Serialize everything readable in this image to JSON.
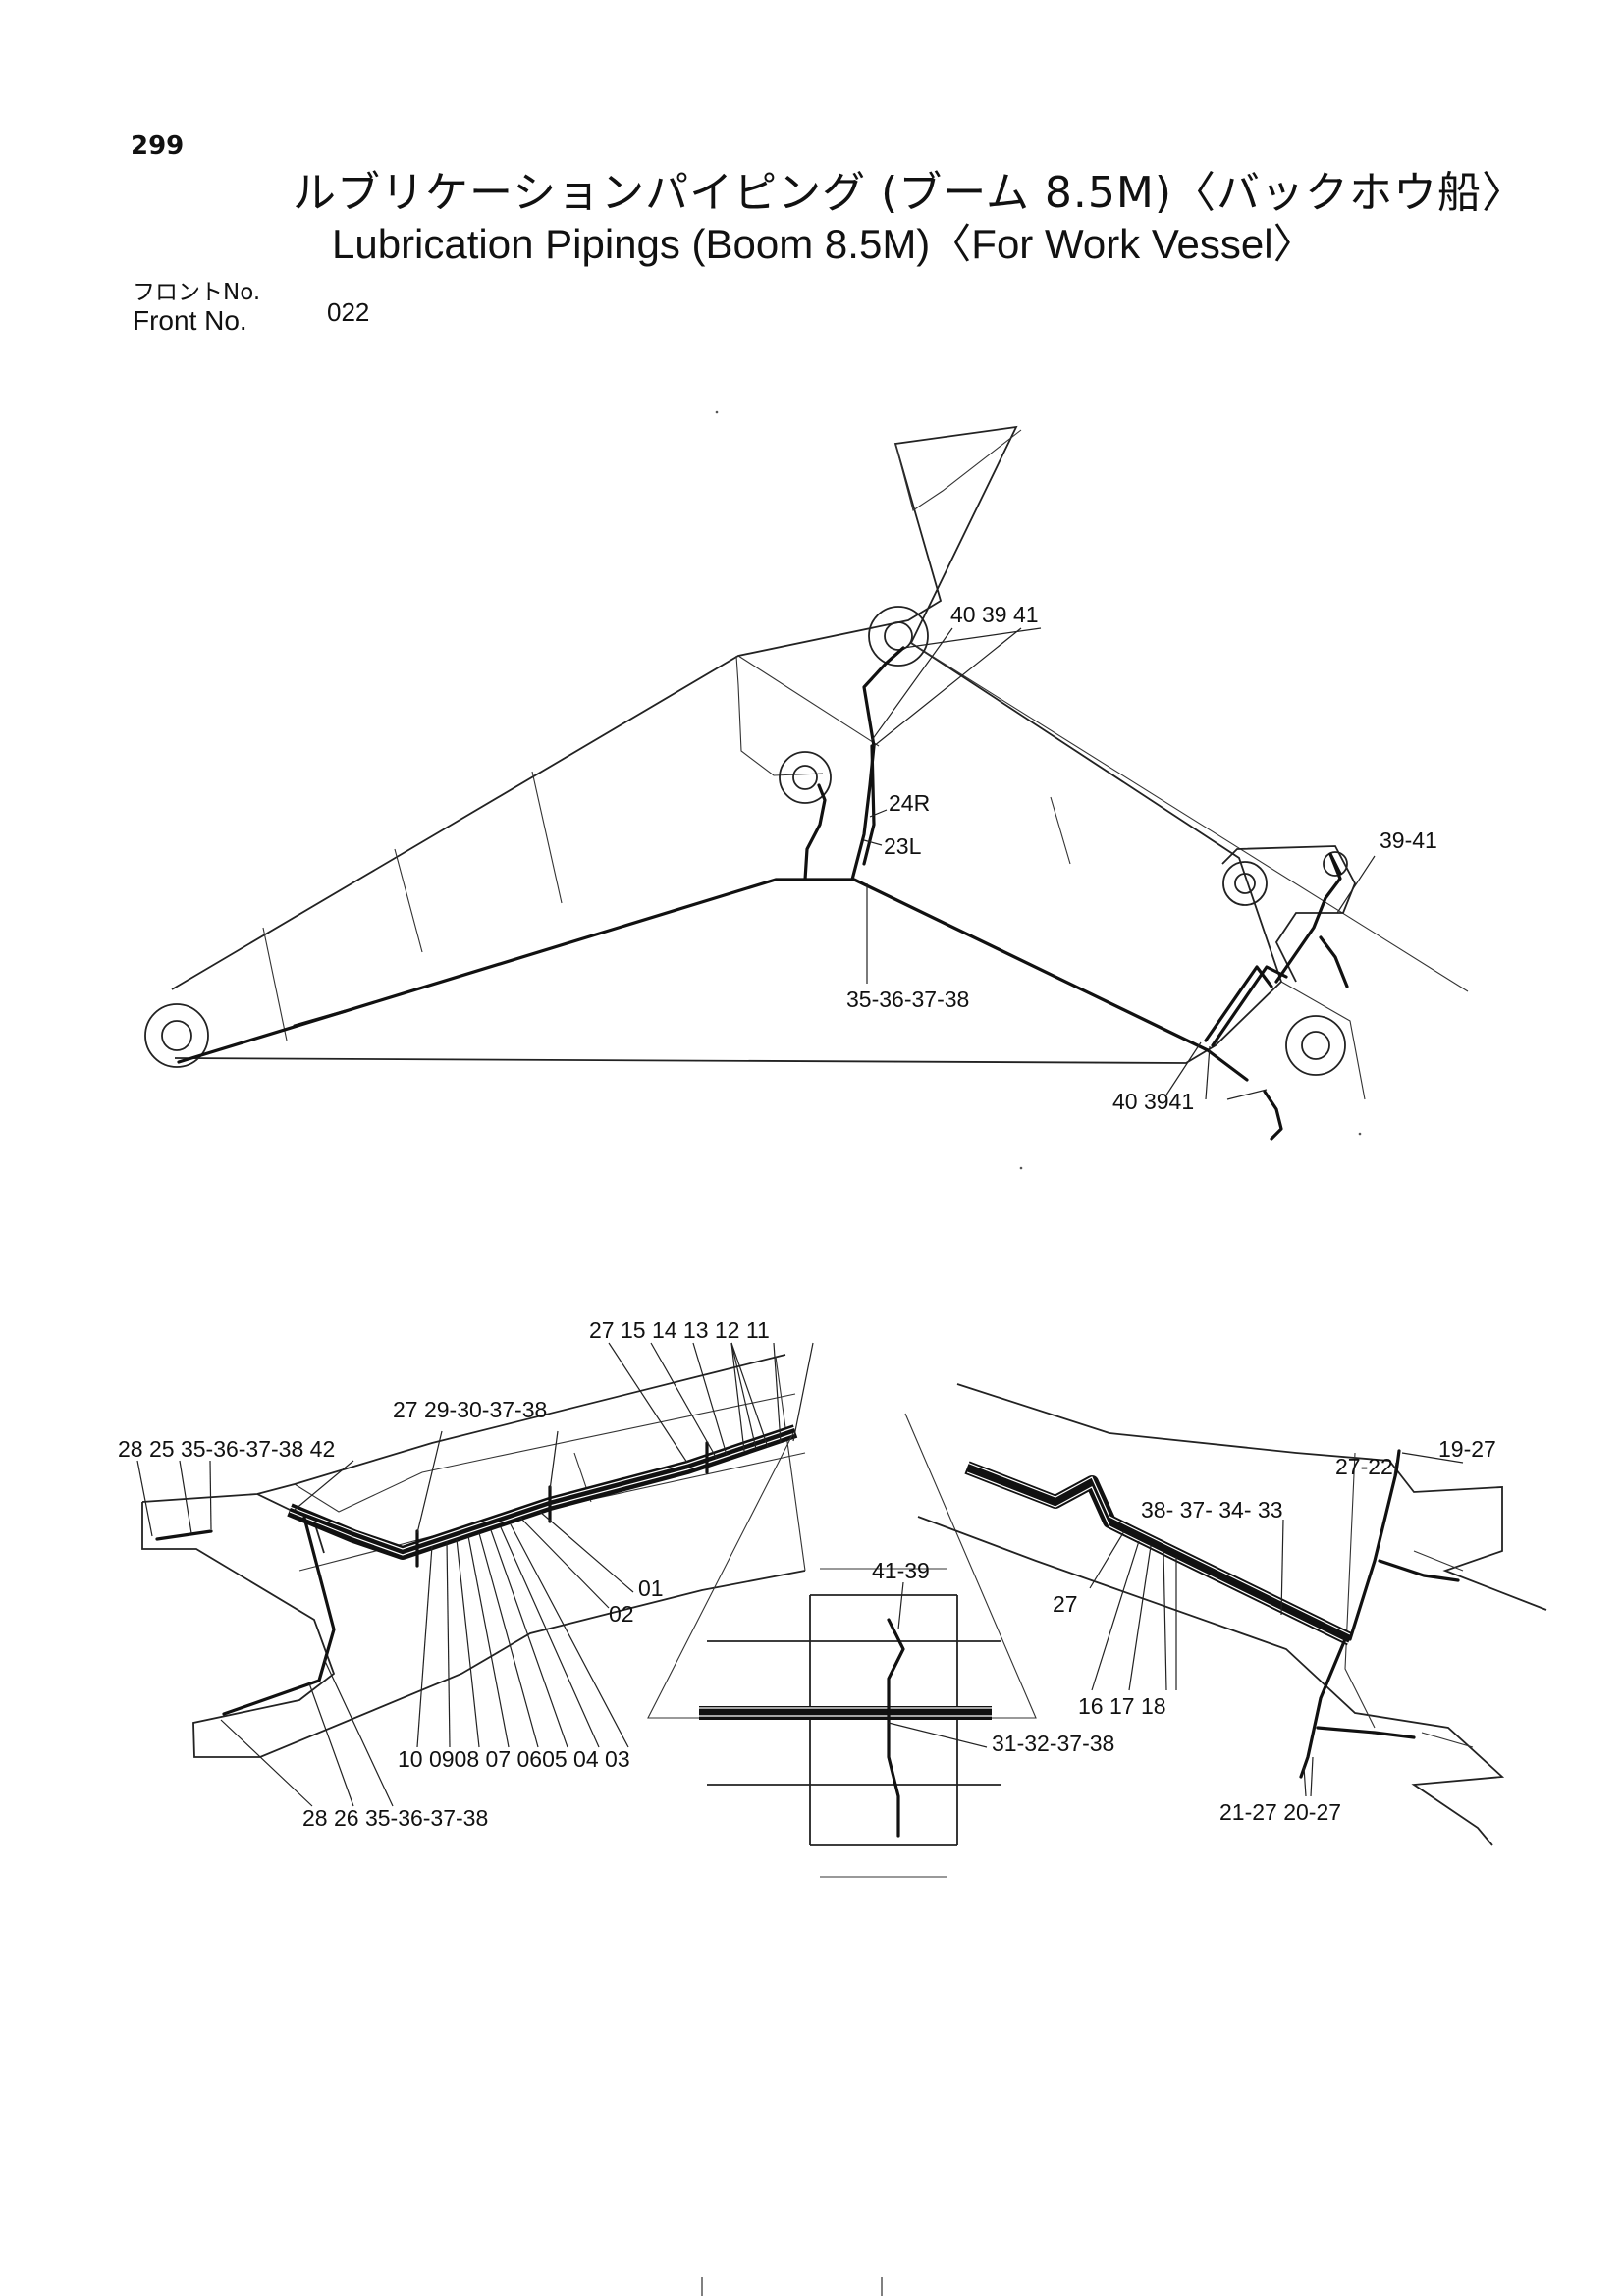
{
  "header": {
    "page_number": "299",
    "title_ja": "ルブリケーションパイピング (ブーム 8.5M)〈バックホウ船〉",
    "title_en": "Lubrication Pipings (Boom 8.5M)〈For Work Vessel〉",
    "front_label_ja": "フロントNo.",
    "front_label_en": "Front No.",
    "front_number": "022"
  },
  "callouts_top": {
    "c1": "40 39 41",
    "c2": "24R",
    "c3": "23L",
    "c4": "35-36-37-38",
    "c5": "39-41",
    "c6": "40 3941"
  },
  "callouts_bottom_left": {
    "c1": "27 15 14 13 12 11",
    "c2": "27 29-30-37-38",
    "c3": "28 25 35-36-37-38 42",
    "c4": "01",
    "c5": "02",
    "c6": "10 0908 07 0605 04 03",
    "c7": "28 26 35-36-37-38"
  },
  "callouts_bottom_center": {
    "c1": "41-39",
    "c2": "31-32-37-38"
  },
  "callouts_bottom_right": {
    "c1": "19-27",
    "c2": "27-22",
    "c3": "38- 37- 34- 33",
    "c4": "27",
    "c5": "16 17 18",
    "c6": "21-27 20-27"
  }
}
